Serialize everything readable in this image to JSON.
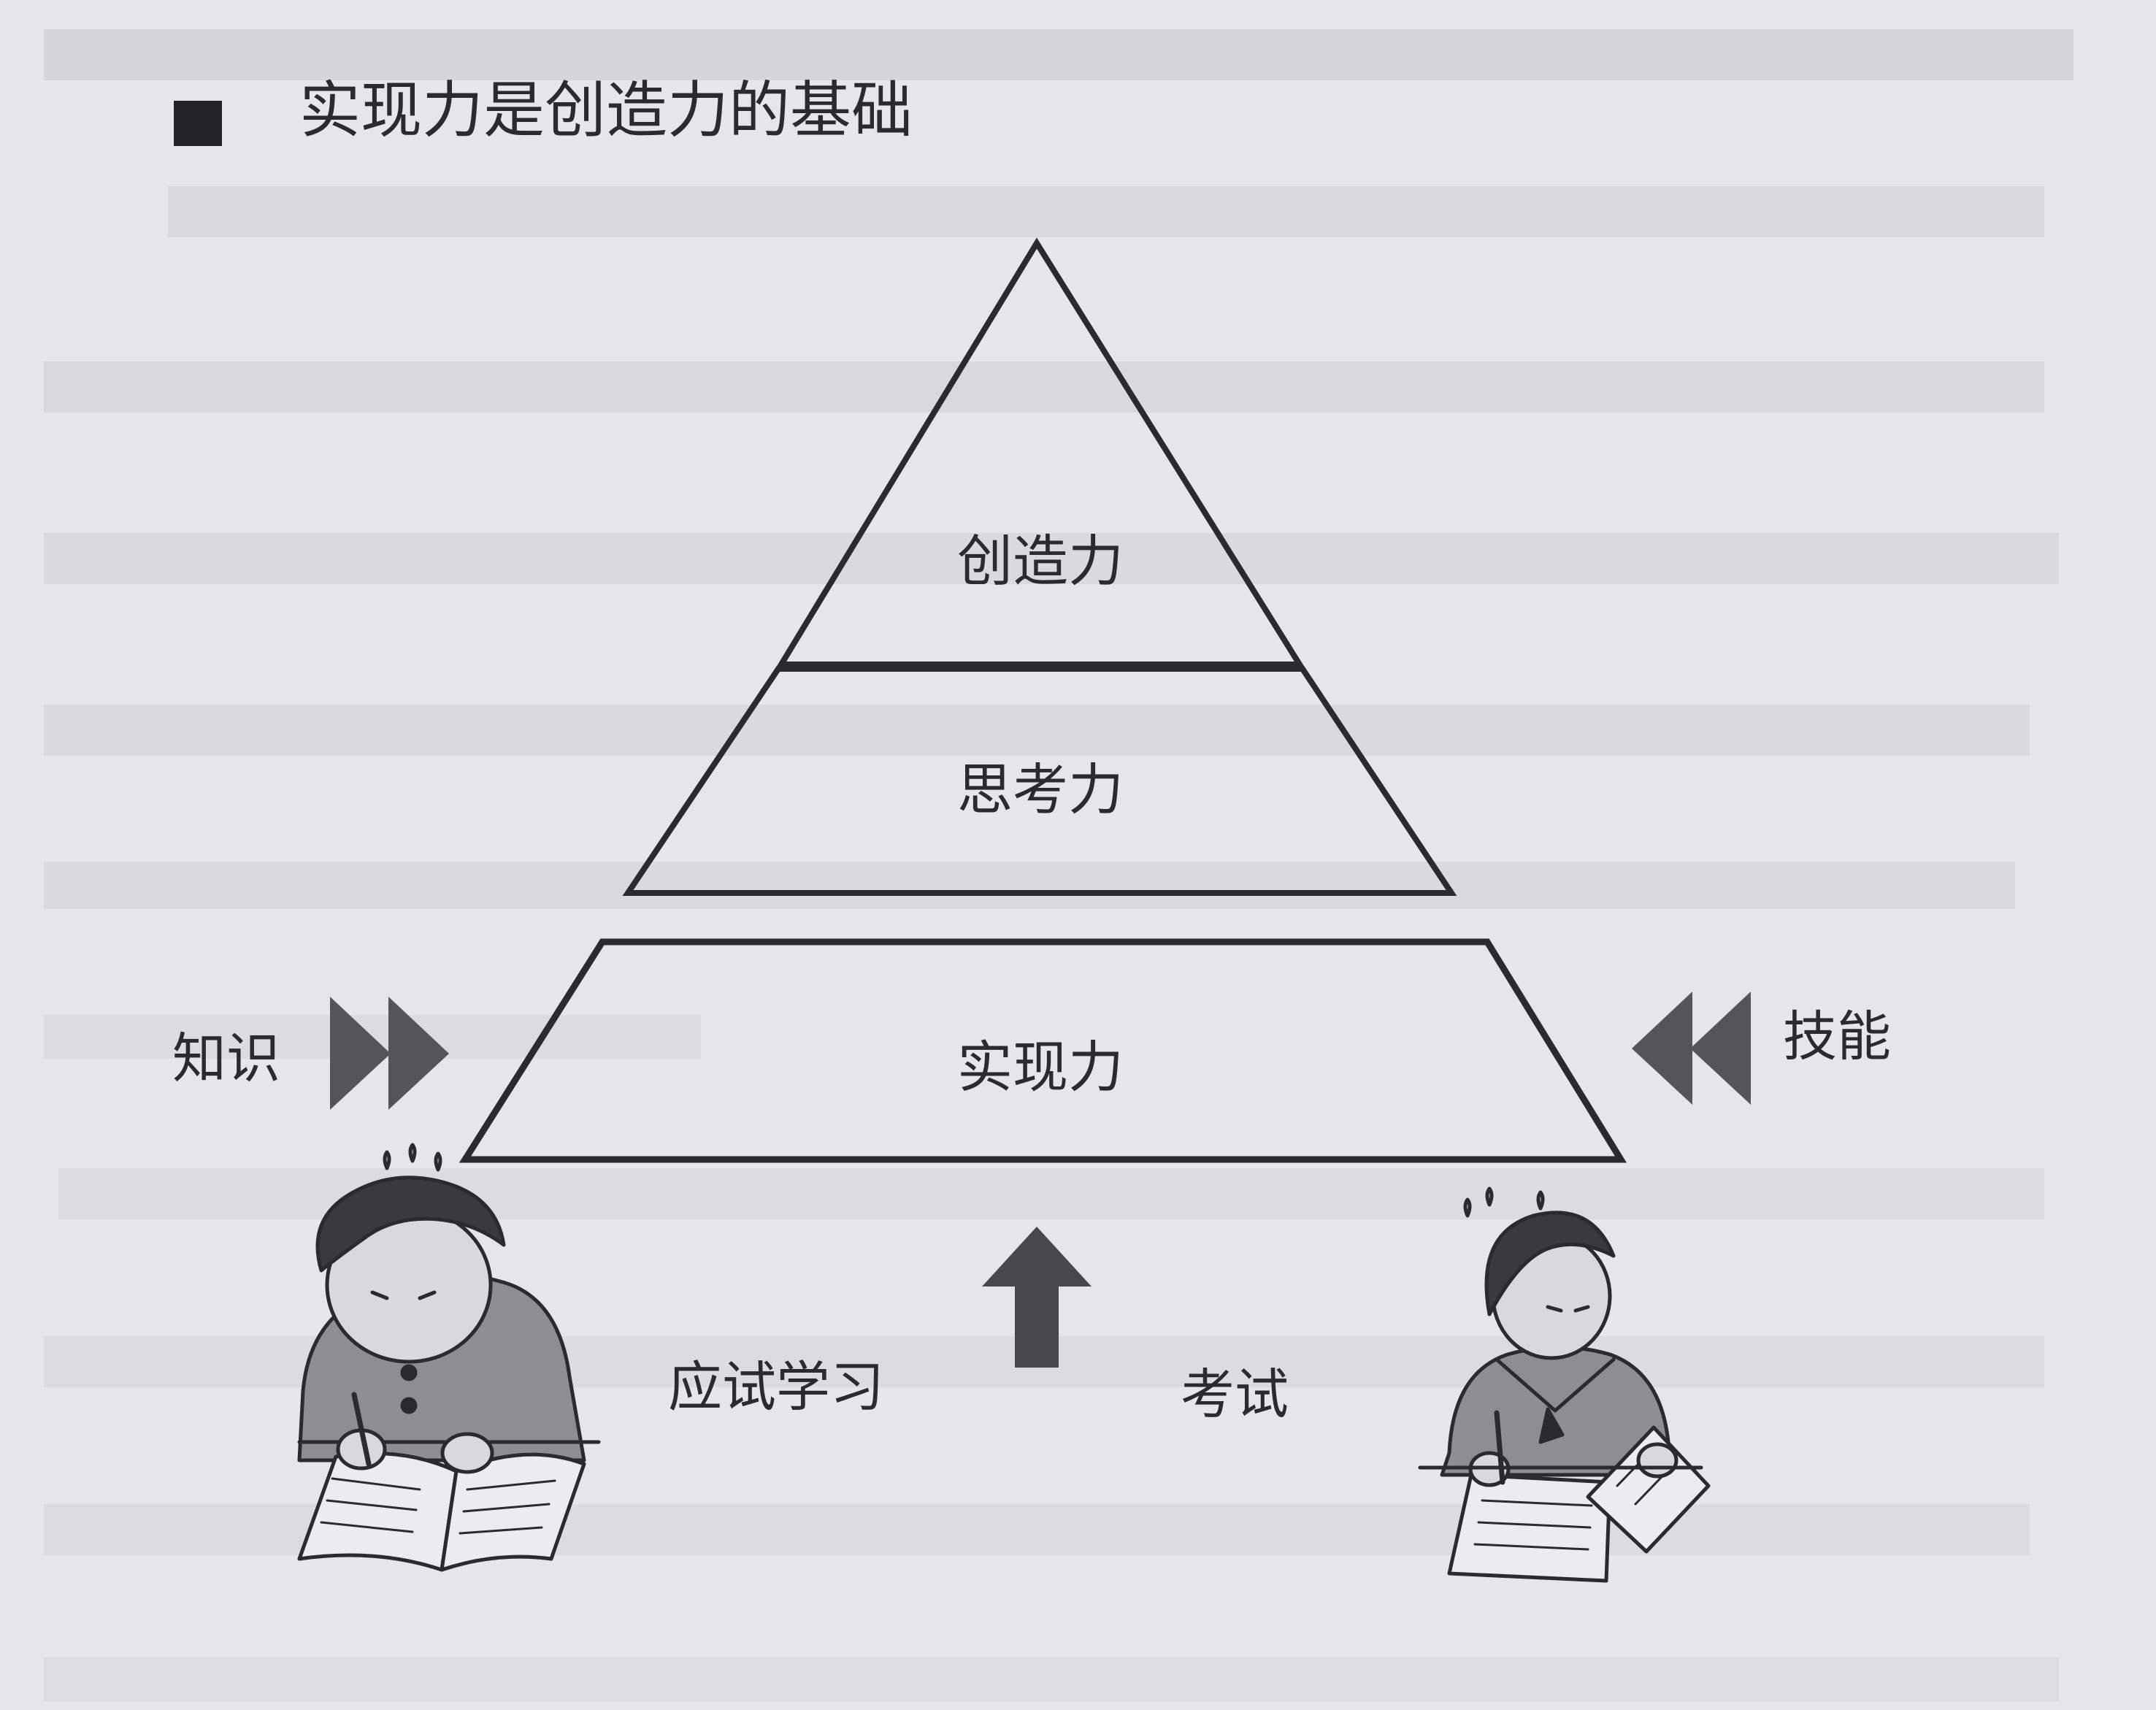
{
  "header": {
    "bullet_icon": "black-square-icon",
    "title": "实现力是创造力的基础"
  },
  "pyramid": {
    "levels": [
      {
        "label": "创造力"
      },
      {
        "label": "思考力"
      },
      {
        "label": "实现力"
      }
    ]
  },
  "inputs": {
    "left": {
      "label": "知识",
      "icon": "double-right-arrow-icon"
    },
    "right": {
      "label": "技能",
      "icon": "double-left-arrow-icon"
    }
  },
  "bottom": {
    "up_arrow_icon": "up-arrow-icon",
    "left_label": "应试学习",
    "right_label": "考试",
    "left_figure": "student-studying-illustration",
    "right_figure": "student-exam-illustration"
  },
  "colors": {
    "background": "#e6e5e7",
    "ink": "#2b2b2d",
    "arrow": "#555558",
    "figure_shade": "#8e8d92"
  }
}
